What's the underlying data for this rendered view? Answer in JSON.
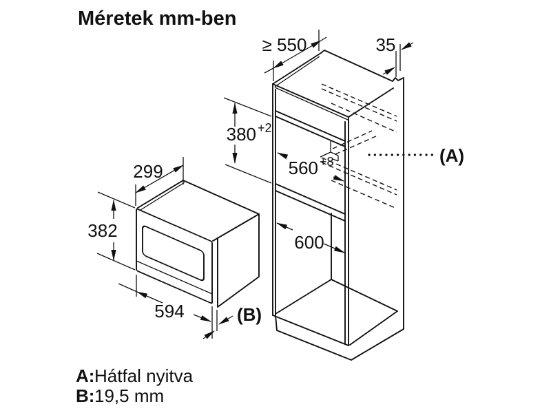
{
  "title": "Méretek mm-ben",
  "colors": {
    "line": "#111111",
    "background": "#ffffff"
  },
  "diagram": {
    "type": "installation-dimension-drawing",
    "views": [
      "built-in-oven-isometric",
      "tall-cabinet-niche-isometric"
    ],
    "dimensions": {
      "cabinet_depth_min": "≥ 550",
      "rear_gap": "35",
      "niche_height": "380",
      "niche_height_tolerance": "+2",
      "niche_width": "560",
      "niche_width_tolerance": "+8",
      "lower_compartment_height": "600",
      "oven_depth": "299",
      "oven_height": "382",
      "oven_width": "594",
      "callout_a": "(A)",
      "callout_b": "(B)"
    }
  },
  "legend": {
    "a_key": "A:",
    "a_value": "Hátfal nyitva",
    "b_key": "B:",
    "b_value": "19,5 mm"
  }
}
